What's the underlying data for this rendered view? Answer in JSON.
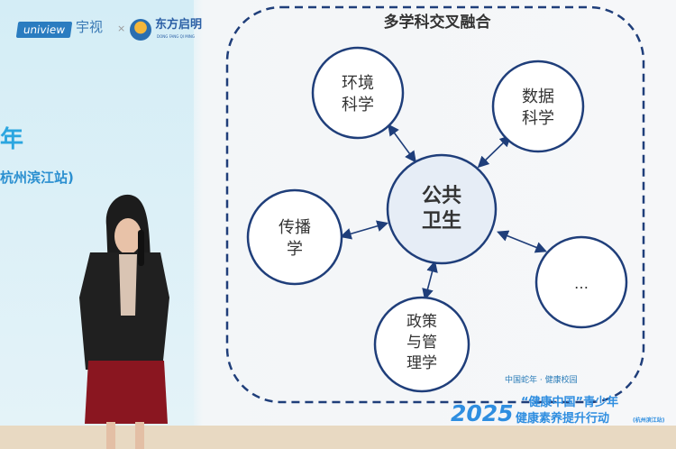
{
  "banner": {
    "logo_brand": "uniview",
    "logo_brand_cn": "宇视",
    "cross": "×",
    "partner": "东方启明",
    "partner_pinyin": "DONG FANG QI MING",
    "headline_fragment": "年",
    "subtitle_fragment": "杭州滨江站)"
  },
  "slide": {
    "title": "多学科交叉融合",
    "center": "公共卫生",
    "nodes": [
      {
        "label1": "环境",
        "label2": "科学"
      },
      {
        "label1": "数据",
        "label2": "科学"
      },
      {
        "label1": "传播",
        "label2": "学"
      },
      {
        "label1": "…",
        "label2": ""
      },
      {
        "label1": "政策",
        "label2": "与管",
        "label3": "理学"
      }
    ],
    "accent": "#1f3e7a"
  },
  "footer": {
    "slogan": "中国蛇年 · 健康校园",
    "year": "2025",
    "line1": "“健康中国”青少年",
    "line2": "健康素养提升行动",
    "line2_small": "(杭州滨江站)"
  }
}
